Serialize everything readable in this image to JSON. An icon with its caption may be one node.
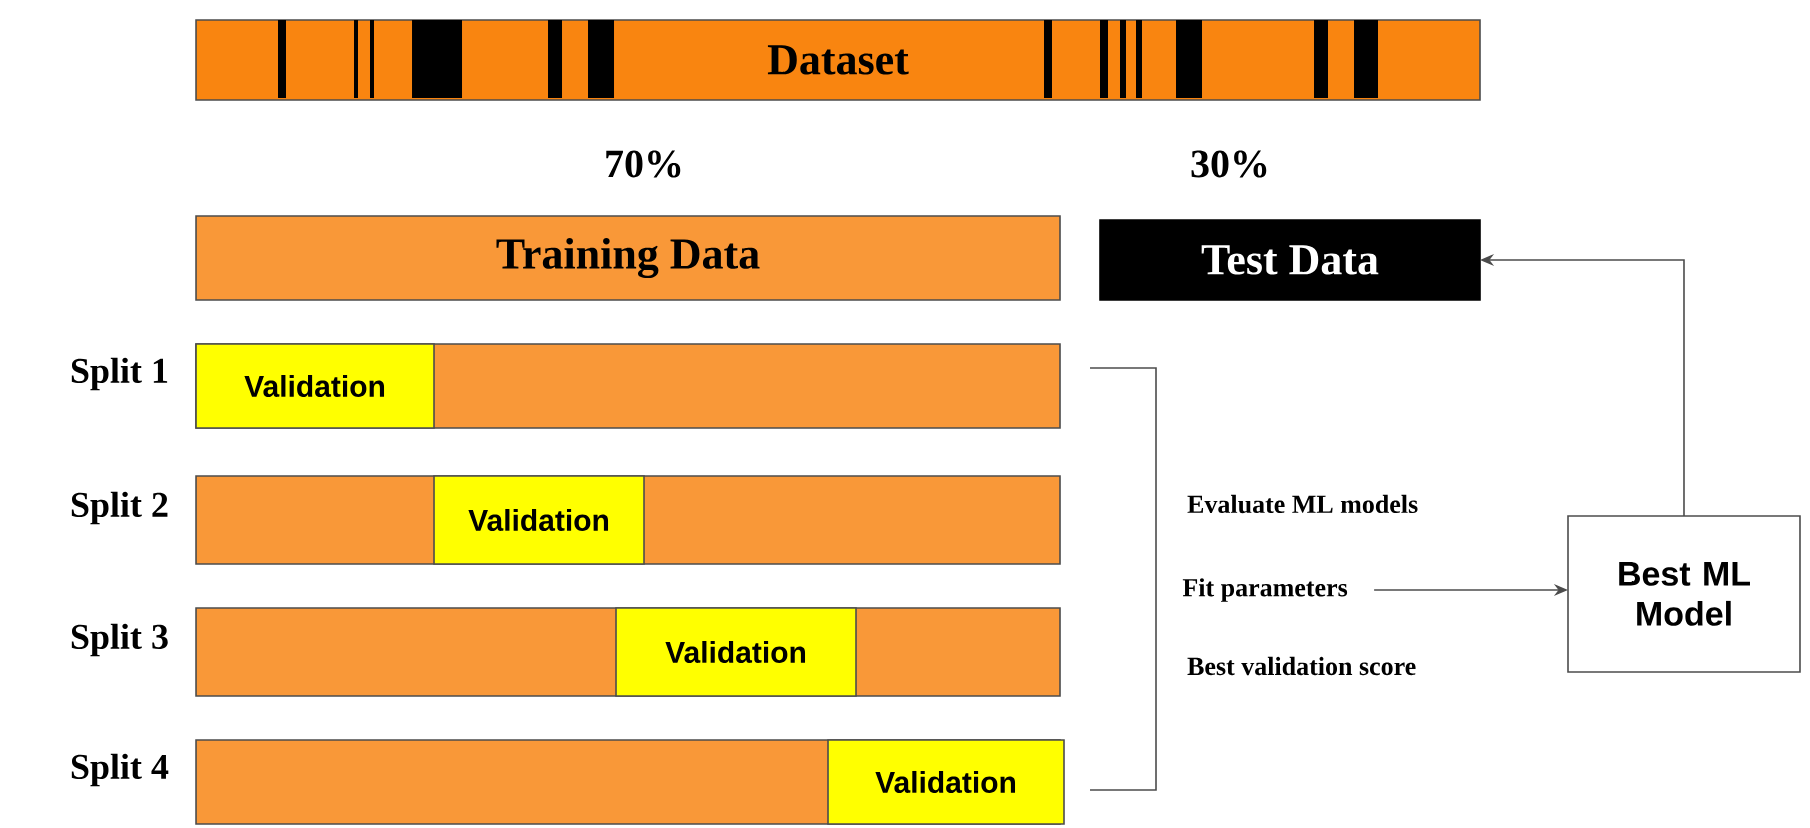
{
  "diagram": {
    "nodes": [
      {
        "text": [
          "Dataset"
        ]
      },
      {
        "text": [
          "Training Data"
        ]
      },
      {
        "text": [
          "Test Data"
        ]
      },
      {
        "text": [],
        "shape": "bar",
        "beside": [
          "Split 1"
        ]
      },
      {
        "text": [
          "Validation"
        ],
        "in": 3
      },
      {
        "text": [],
        "shape": "bar",
        "beside": [
          "Split 2"
        ]
      },
      {
        "text": [
          "Validation"
        ],
        "in": 5
      },
      {
        "text": [],
        "shape": "bar",
        "beside": [
          "Split 3"
        ]
      },
      {
        "text": [
          "Validation"
        ],
        "in": 7
      },
      {
        "text": [],
        "shape": "bar",
        "beside": [
          "Split 4"
        ]
      },
      {
        "text": [
          "Validation"
        ],
        "in": 9
      },
      {
        "text": [
          "Fit parameters"
        ]
      },
      {
        "text": [
          "Best ML Model"
        ]
      }
    ],
    "edges": [
      {
        "from": 11,
        "to": 12,
        "arrow": "to"
      },
      {
        "from": 12,
        "to": 2,
        "arrow": "to"
      }
    ],
    "labels": [
      "70%",
      "30%",
      "Evaluate ML models",
      "Best validation score"
    ]
  }
}
